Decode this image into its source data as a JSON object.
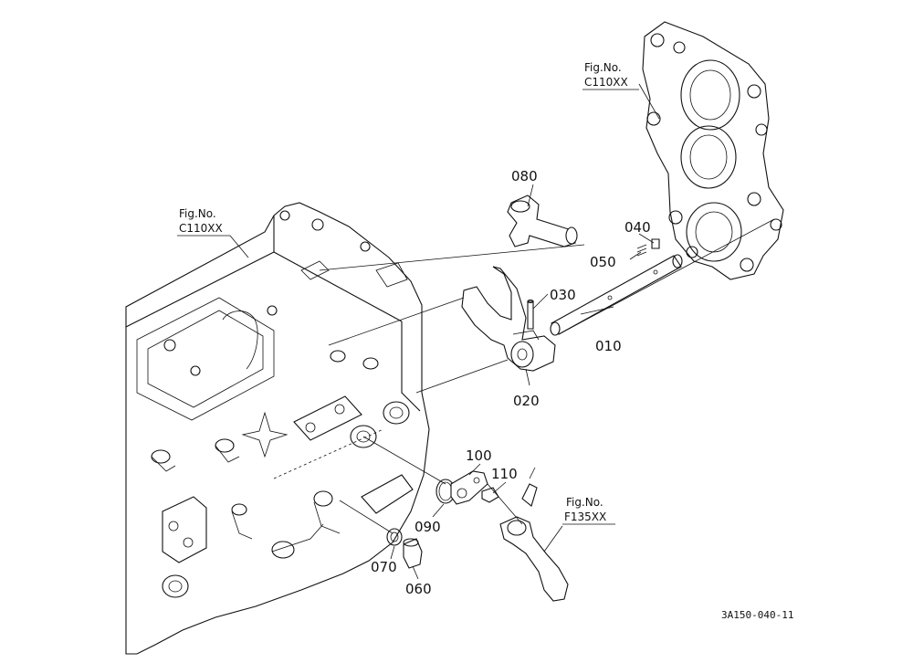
{
  "figure_refs": [
    {
      "fig": "Fig.No.",
      "code": "C110XX"
    },
    {
      "fig": "Fig.No.",
      "code": "C110XX"
    },
    {
      "fig": "Fig.No.",
      "code": "F135XX"
    }
  ],
  "parts": [
    {
      "number": "010"
    },
    {
      "number": "020"
    },
    {
      "number": "030"
    },
    {
      "number": "040"
    },
    {
      "number": "050"
    },
    {
      "number": "060"
    },
    {
      "number": "070"
    },
    {
      "number": "080"
    },
    {
      "number": "090"
    },
    {
      "number": "100"
    },
    {
      "number": "110"
    }
  ],
  "drawing_code": "3A150-040-11"
}
